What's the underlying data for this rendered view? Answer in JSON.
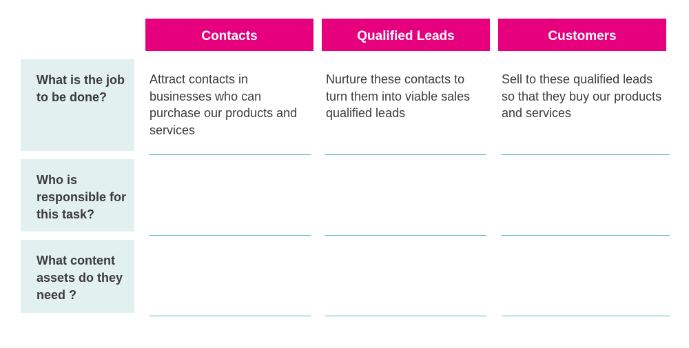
{
  "columns": [
    {
      "label": "Contacts"
    },
    {
      "label": "Qualified Leads"
    },
    {
      "label": "Customers"
    }
  ],
  "rows": [
    {
      "label": "What is the job to be done?",
      "cells": [
        "Attract contacts in businesses who can purchase our products and services",
        "Nurture these contacts to turn them into viable sales qualified leads",
        "Sell to these qualified leads so that they buy our products and services"
      ]
    },
    {
      "label": "Who is responsible for this task?",
      "cells": [
        "",
        "",
        ""
      ]
    },
    {
      "label": "What content assets do they need ?",
      "cells": [
        "",
        "",
        ""
      ]
    }
  ],
  "colors": {
    "header_bg": "#e6007e",
    "label_bg": "#e3f0f0",
    "rule": "#55b3b3"
  }
}
